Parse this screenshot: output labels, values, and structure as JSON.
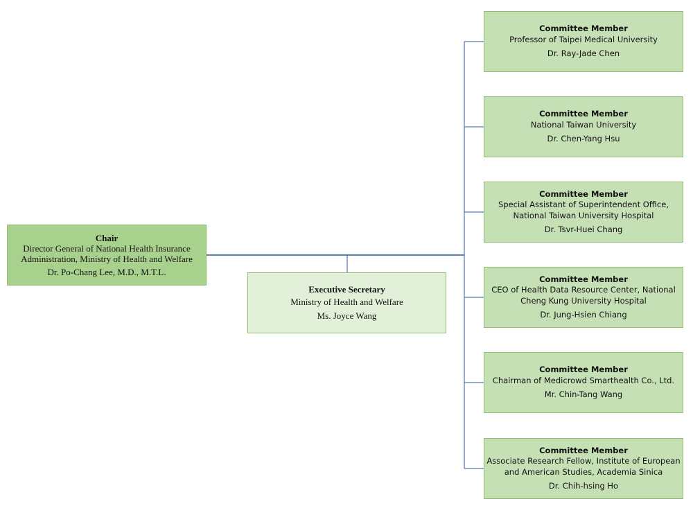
{
  "chart": {
    "chair": {
      "role": "Chair",
      "description": "Director General of National Health Insurance\nAdministration, Ministry of Health and Welfare",
      "name": "Dr. Po-Chang Lee, M.D., M.T.L."
    },
    "executive_secretary": {
      "role": "Executive Secretary",
      "description": "Ministry of Health and Welfare",
      "name": "Ms. Joyce Wang"
    },
    "members": [
      {
        "role": "Committee Member",
        "description": "Professor of Taipei Medical University",
        "name": "Dr. Ray-Jade Chen"
      },
      {
        "role": "Committee Member",
        "description": "National Taiwan University",
        "name": "Dr. Chen-Yang Hsu"
      },
      {
        "role": "Committee Member",
        "description": "Special Assistant of Superintendent Office,\nNational Taiwan University Hospital",
        "name": "Dr. Tsvr-Huei Chang"
      },
      {
        "role": "Committee Member",
        "description": "CEO of Health Data Resource Center, National\nCheng Kung University Hospital",
        "name": "Dr. Jung-Hsien Chiang"
      },
      {
        "role": "Committee Member",
        "description": "Chairman of Medicrowd Smarthealth Co., Ltd.",
        "name": "Mr. Chin-Tang Wang"
      },
      {
        "role": "Committee Member",
        "description": "Associate Research Fellow, Institute of European\nand American Studies, Academia Sinica",
        "name": "Dr. Chih-hsing Ho"
      }
    ]
  },
  "colors": {
    "connector": "#2f5597",
    "chair_fill": "#a9d18e",
    "secretary_fill": "#e2efd9",
    "member_fill": "#c5e0b4",
    "box_border": "#8fbe6f"
  }
}
